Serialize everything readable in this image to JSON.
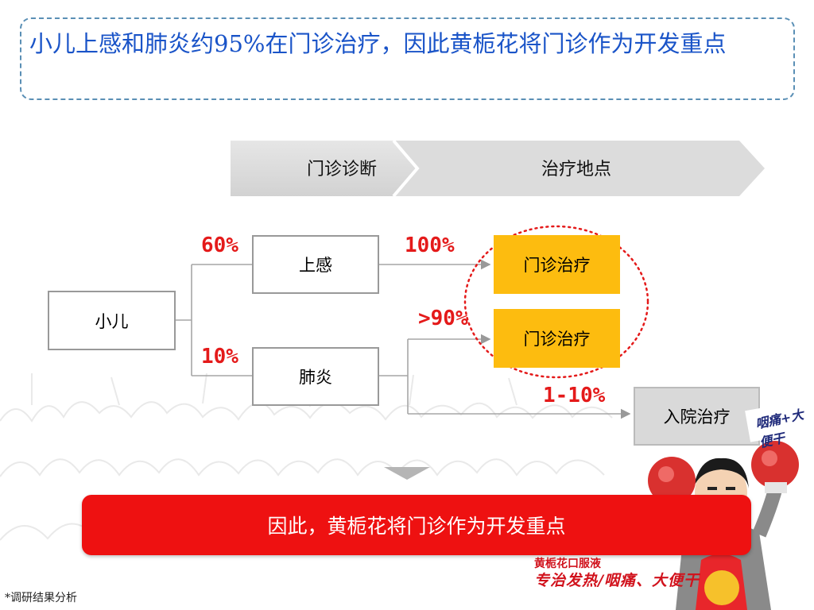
{
  "title": "小儿上感和肺炎约95%在门诊治疗，因此黄栀花将门诊作为开发重点",
  "header": {
    "col1": "门诊诊断",
    "col2": "治疗地点"
  },
  "nodes": {
    "child": "小儿",
    "uri": "上感",
    "pneumonia": "肺炎",
    "outpatient_1": "门诊治疗",
    "outpatient_2": "门诊治疗",
    "inpatient": "入院治疗"
  },
  "percentages": {
    "uri_share": "60%",
    "pneumonia_share": "10%",
    "uri_outpatient": "100%",
    "pneumonia_outpatient": ">90%",
    "pneumonia_inpatient": "1-10%"
  },
  "colors": {
    "title": "#1a54c8",
    "accent_red": "#e41a1a",
    "outpatient_fill": "#fdbc0f",
    "banner": "#ee1111"
  },
  "banner": "因此，黄栀花将门诊作为开发重点",
  "product": {
    "name": "黄栀花口服液",
    "slogan": "专治发热/咽痛、大便干",
    "sign_text": "咽痛+大便干"
  },
  "footnote": "*调研结果分析"
}
